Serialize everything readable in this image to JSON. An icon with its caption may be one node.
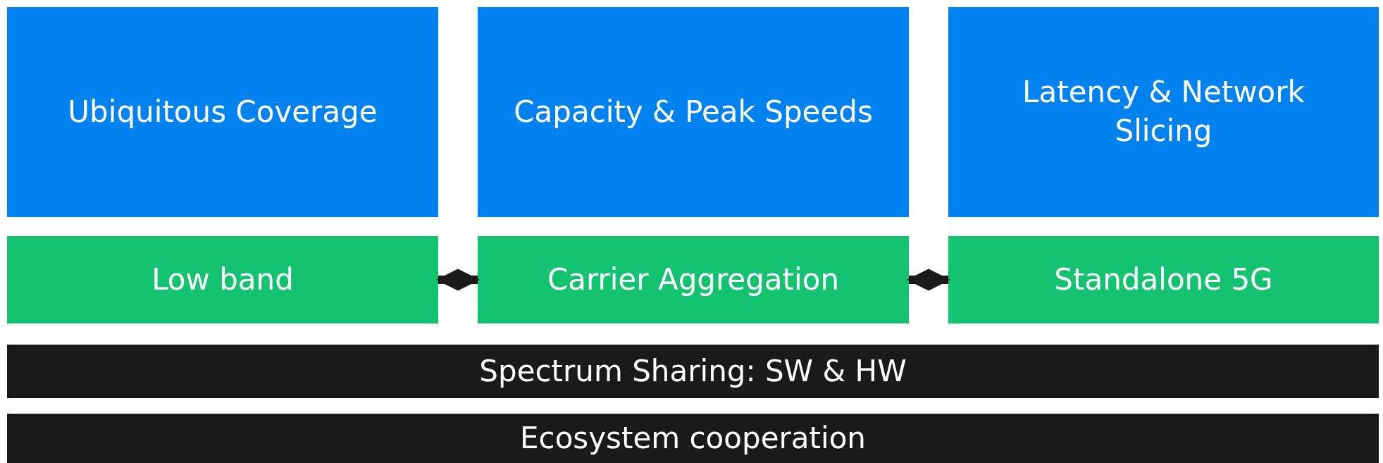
{
  "diagram": {
    "nodes": [
      {
        "text": [
          "Ubiquitous Coverage"
        ]
      },
      {
        "text": [
          "Capacity & Peak Speeds"
        ]
      },
      {
        "text": [
          "Latency & Network Slicing"
        ]
      },
      {
        "text": [
          "Low band"
        ]
      },
      {
        "text": [
          "Carrier Aggregation"
        ]
      },
      {
        "text": [
          "Standalone 5G"
        ]
      },
      {
        "text": [
          "Spectrum Sharing: SW & HW"
        ]
      },
      {
        "text": [
          "Ecosystem cooperation"
        ]
      }
    ],
    "edges": [
      {
        "from": 3,
        "to": 4,
        "arrow": "both"
      },
      {
        "from": 4,
        "to": 5,
        "arrow": "both"
      }
    ]
  }
}
